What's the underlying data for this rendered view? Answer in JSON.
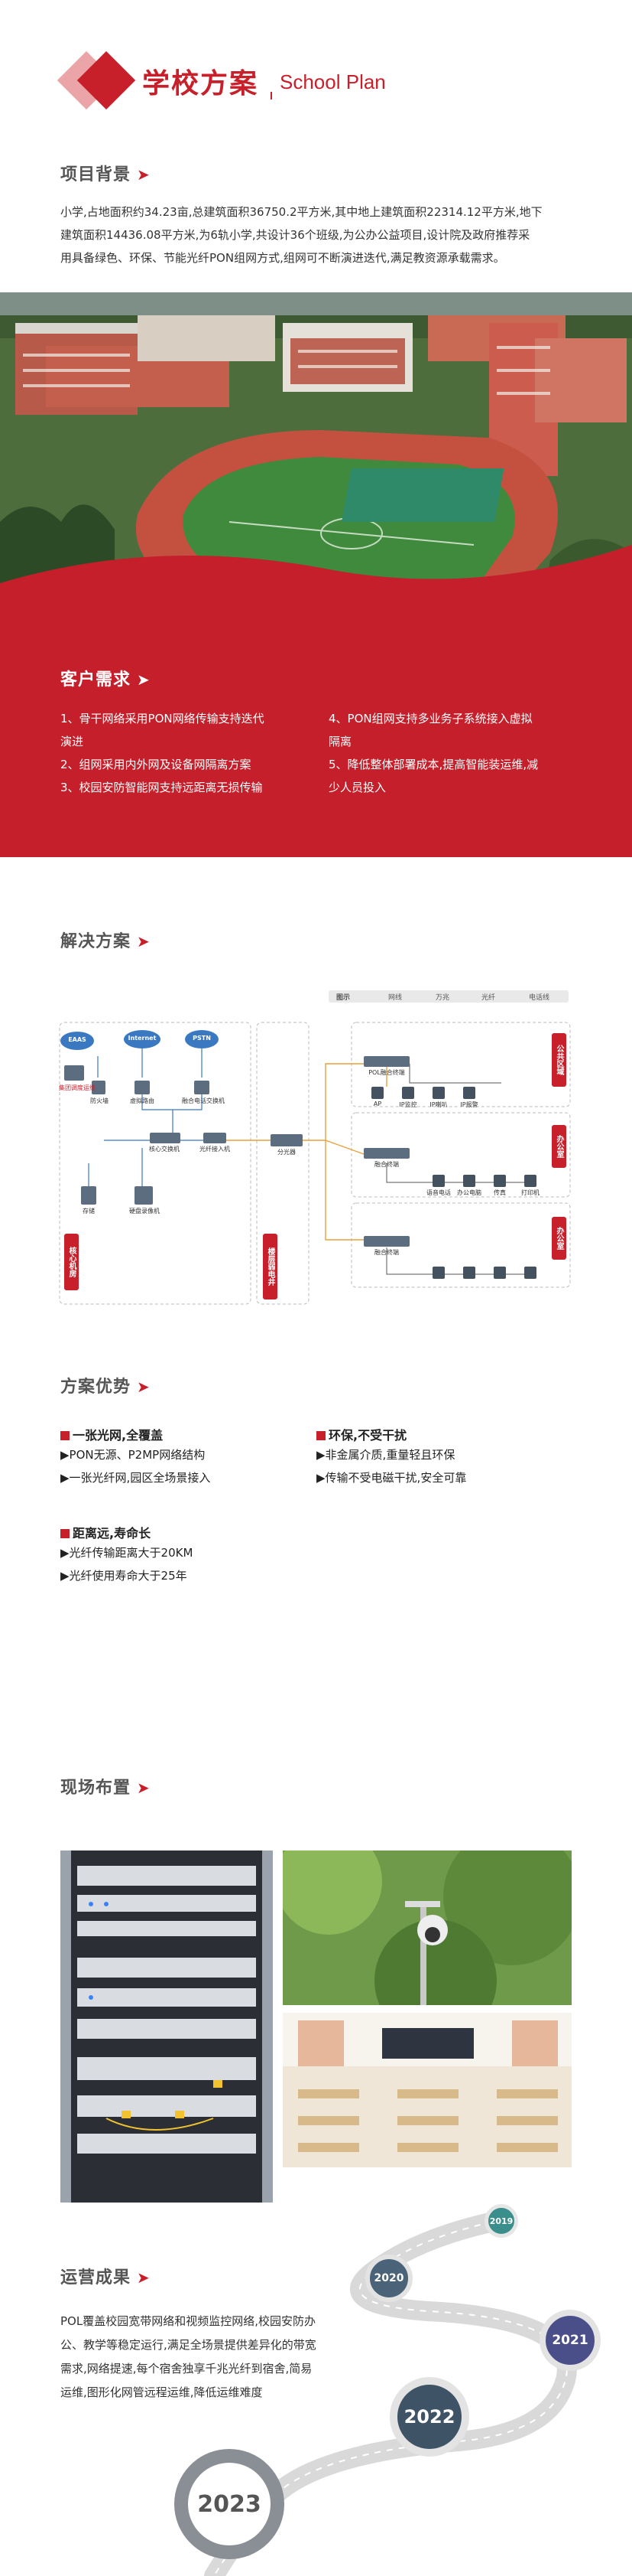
{
  "header": {
    "title": "学校方案",
    "subtitle": "School Plan"
  },
  "background": {
    "title": "项目背景",
    "lines": [
      "小学,占地面积约34.23亩,总建筑面积36750.2平方米,其中地上建筑面积22314.12平方米,地下",
      "建筑面积14436.08平方米,为6轨小学,共设计36个班级,为公办公益项目,设计院及政府推荐采",
      "用具备绿色、环保、节能光纤PON组网方式,组网可不断演进迭代,满足教资源承载需求。"
    ]
  },
  "needs": {
    "title": "客户需求",
    "left": [
      "1、骨干网络采用PON网络传输支持迭代",
      "演进",
      "2、组网采用内外网及设备网隔离方案",
      "3、校园安防智能网支持远距离无损传输"
    ],
    "right": [
      "4、PON组网支持多业务子系统接入虚拟",
      "隔离",
      "5、降低整体部署成本,提高智能装运维,减",
      "少人员投入"
    ]
  },
  "solution": {
    "title": "解决方案",
    "legend": [
      "图示",
      "网线",
      "万兆",
      "光纤",
      "电话线"
    ],
    "cloud_labels": [
      "EAAS",
      "Internet",
      "PSTN"
    ],
    "devices": {
      "ops": "集团调度运维",
      "firewall": "防火墙",
      "gateway": "虚拟路由",
      "switch_pstn": "融合电话交换机",
      "core": "核心交换机",
      "olt": "光纤接入机",
      "storage1": "存储",
      "storage2": "硬盘录像机",
      "splitter": "分光器",
      "pol": "POL融合终端",
      "ap": "AP",
      "cam": "IP监控",
      "phone": "IP喇叭",
      "bell": "IP报警",
      "onu1": "融合终端",
      "onu2": "融合终端",
      "voip": "语音电话",
      "pc": "办公电脑",
      "fax": "传真",
      "printer": "打印机"
    },
    "tags": [
      "核心机房",
      "楼层弱电井",
      "公共区域",
      "办公室",
      "办公室"
    ]
  },
  "advantages": {
    "title": "方案优势",
    "groups": [
      {
        "head": "一张光网,全覆盖",
        "items": [
          "PON无源、P2MP网络结构",
          "一张光纤网,园区全场景接入"
        ]
      },
      {
        "head": "环保,不受干扰",
        "items": [
          "非金属介质,重量轻且环保",
          "传输不受电磁干扰,安全可靠"
        ]
      },
      {
        "head": "距离远,寿命长",
        "items": [
          "光纤传输距离大于20KM",
          "光纤使用寿命大于25年"
        ]
      }
    ]
  },
  "site": {
    "title": "现场布置"
  },
  "results": {
    "title": "运营成果",
    "lines": [
      "POL覆盖校园宽带网络和视频监控网络,校园安防办",
      "公、教学等稳定运行,满足全场景提供差异化的带宽",
      "需求,网络提速,每个宿舍独享千兆光纤到宿舍,简易",
      "运维,图形化网管远程运维,降低运维难度"
    ],
    "years": [
      "2019",
      "2020",
      "2021",
      "2022",
      "2023"
    ]
  },
  "colors": {
    "accent": "#c8202a",
    "band": "#c41f2a"
  }
}
